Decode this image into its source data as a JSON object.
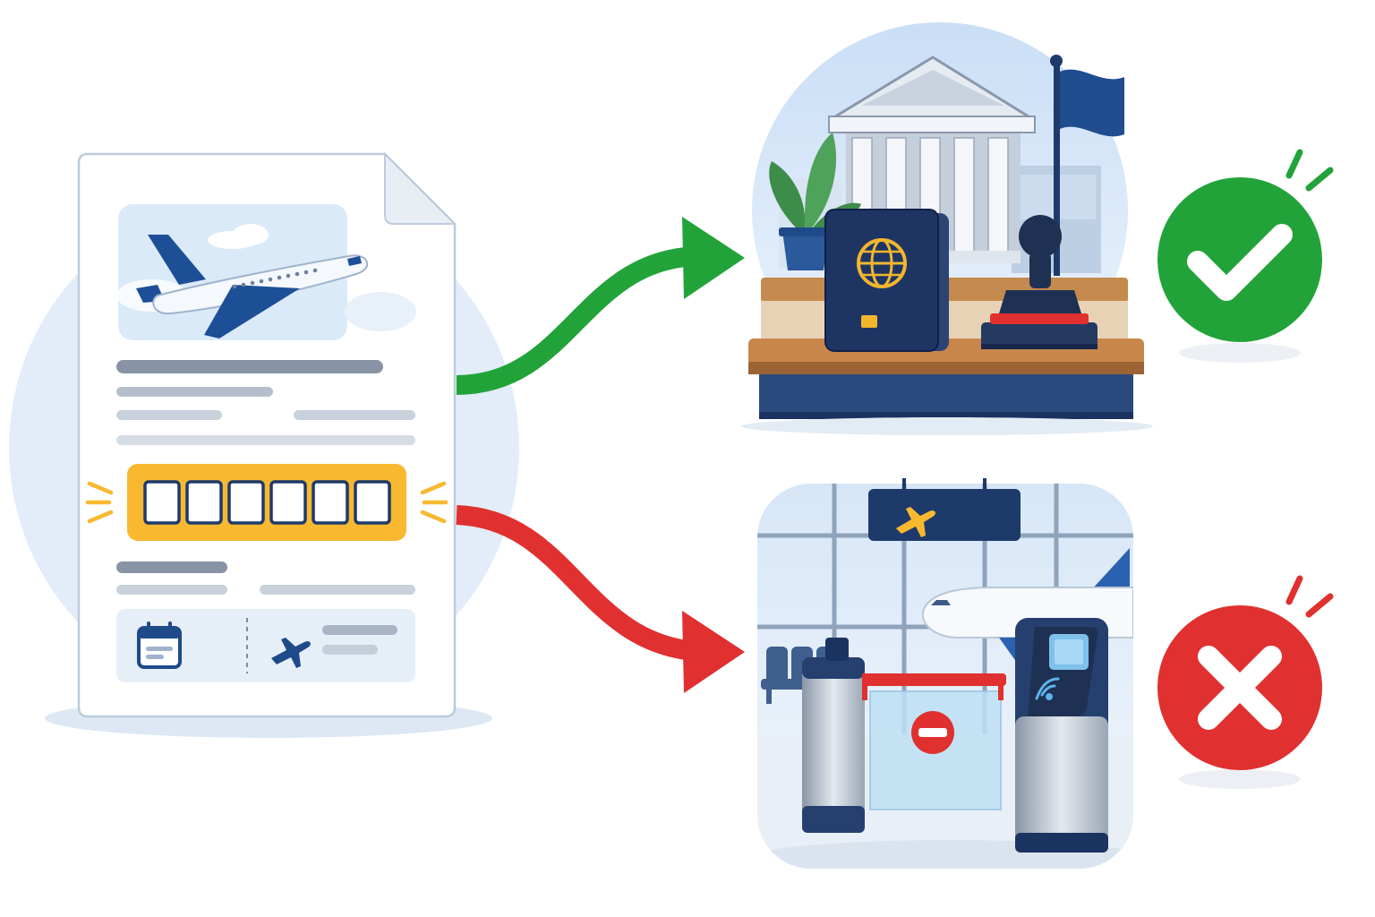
{
  "diagram": {
    "source": {
      "document": "itinerary-document",
      "highlight": "booking-code-field",
      "code_box_count": 6
    },
    "paths": [
      {
        "outcome": "accepted",
        "destination": "embassy-visa-desk",
        "result_icon": "check-icon"
      },
      {
        "outcome": "rejected",
        "destination": "airport-boarding-gate",
        "result_icon": "x-icon"
      }
    ]
  },
  "icons": {
    "document_hero": "airplane-icon",
    "calendar": "calendar-icon",
    "flight": "plane-icon",
    "passport": "passport-icon",
    "stamp": "stamp-icon",
    "building": "embassy-building-icon",
    "flag": "flag-icon",
    "gate_sign": "plane-sign-icon",
    "no_entry": "no-entry-icon",
    "scanner": "boarding-scanner-icon"
  },
  "colors": {
    "accept": "#22a33a",
    "reject": "#e0302f",
    "highlight": "#f8b830",
    "navy": "#1e3a6b",
    "sky": "#dcebfa",
    "wood": "#c48a4e"
  }
}
